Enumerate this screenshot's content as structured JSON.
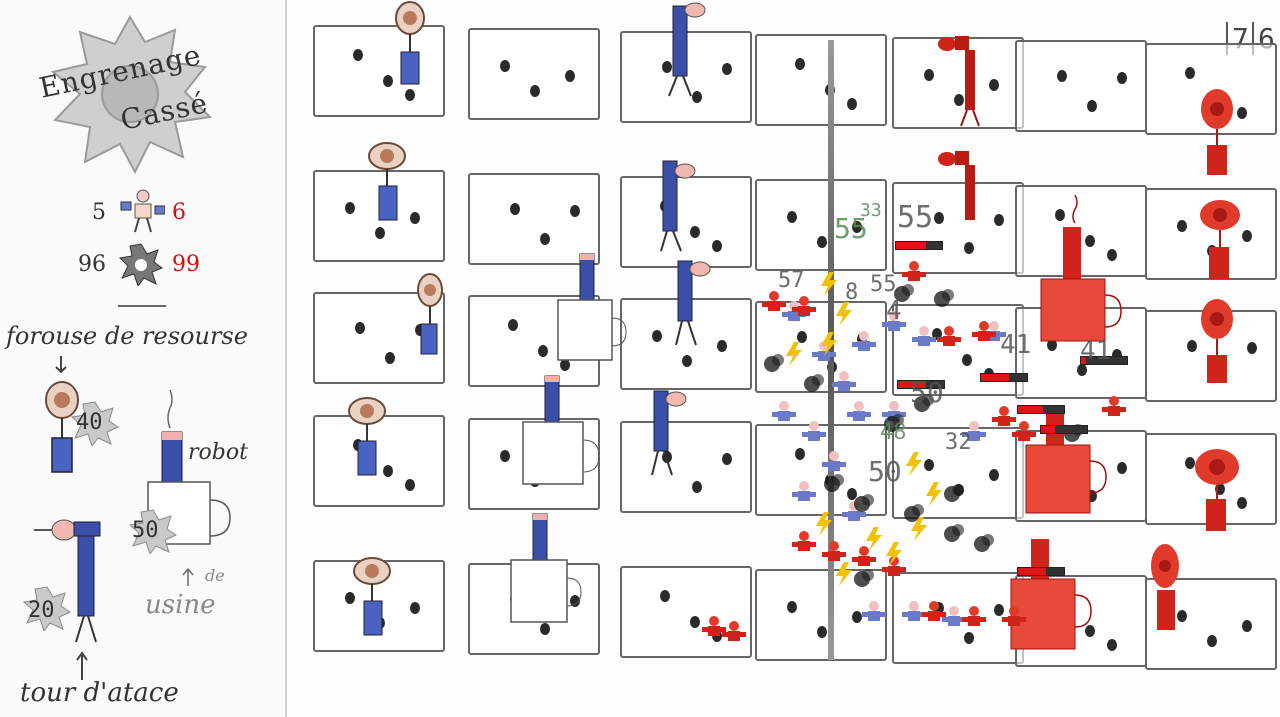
{
  "game": {
    "title_line1": "Engrenage",
    "title_line2": "Cassé"
  },
  "stats": {
    "player_units": "5",
    "enemy_units": "6",
    "player_resources": "96",
    "enemy_resources": "99"
  },
  "shop": {
    "section_label": "forouse de resourse",
    "items": [
      {
        "id": "resource-tower",
        "cost": "40"
      },
      {
        "id": "robot-factory",
        "cost": "50",
        "label": "robot",
        "sublabel": "usine",
        "note": "de"
      },
      {
        "id": "attack-tower",
        "cost": "20",
        "label": "tour d'atace"
      }
    ]
  },
  "hud": {
    "counter_left": "7",
    "counter_right": "6"
  },
  "damage_numbers": [
    "55",
    "33",
    "55",
    "57",
    "8",
    "55",
    "4",
    "41",
    "41",
    "50",
    "32",
    "48",
    "50"
  ],
  "health": {
    "enemy_tower_1": 0.65,
    "robot_a": 0.6,
    "robot_b": 0.6,
    "enemy_factory_1": 0.1,
    "enemy_factory_2": 0.55,
    "enemy_factory_3": 0.3,
    "enemy_factory_4": 0.6
  },
  "colors": {
    "player": "#3a4fa8",
    "enemy": "#e03a2a",
    "resource": "#9a6a4a"
  }
}
